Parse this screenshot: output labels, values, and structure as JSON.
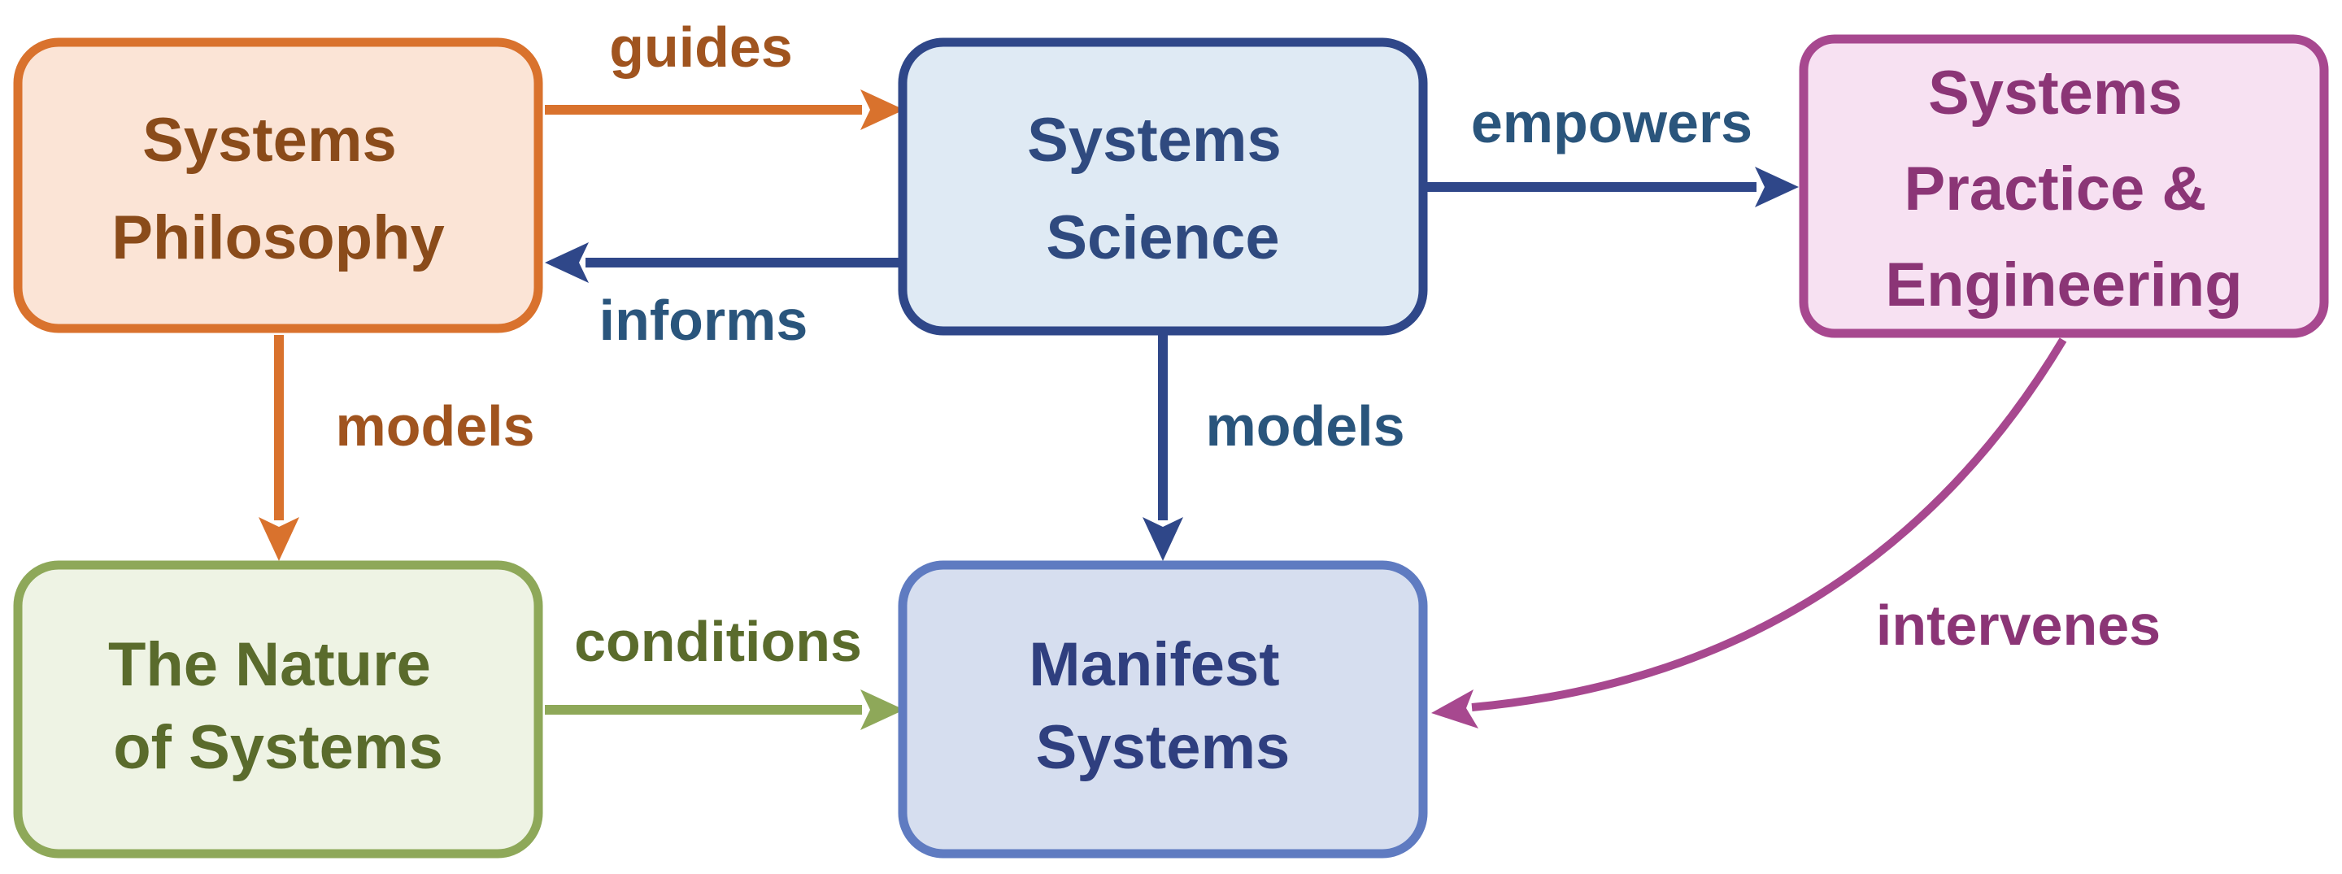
{
  "nodes": {
    "philosophy": {
      "lines": [
        "Systems",
        "Philosophy"
      ],
      "fill": "#fbe4d6",
      "stroke": "#d9722d",
      "text_color": "#8a4b1a"
    },
    "science": {
      "lines": [
        "Systems",
        "Science"
      ],
      "fill": "#dfeaf4",
      "stroke": "#2f4789",
      "text_color": "#2f4a7f"
    },
    "practice": {
      "lines": [
        "Systems",
        "Practice &",
        "Engineering"
      ],
      "fill": "#f7e1f2",
      "stroke": "#a7488f",
      "text_color": "#8b3576"
    },
    "nature": {
      "lines": [
        "The Nature",
        "of Systems"
      ],
      "fill": "#eef3e4",
      "stroke": "#8ea859",
      "text_color": "#5a6b2c"
    },
    "manifest": {
      "lines": [
        "Manifest",
        "Systems"
      ],
      "fill": "#d6deef",
      "stroke": "#5f7bc1",
      "text_color": "#2f3f7f"
    }
  },
  "edges": {
    "guides": {
      "label": "guides",
      "color": "#d9722d",
      "text_color": "#a0541f"
    },
    "informs": {
      "label": "informs",
      "color": "#2f4789",
      "text_color": "#2a557c"
    },
    "empowers": {
      "label": "empowers",
      "color": "#2f4789",
      "text_color": "#2a557c"
    },
    "models_philosophy": {
      "label": "models",
      "color": "#d9722d",
      "text_color": "#a0541f"
    },
    "models_science": {
      "label": "models",
      "color": "#2f4789",
      "text_color": "#2a557c"
    },
    "conditions": {
      "label": "conditions",
      "color": "#8ea859",
      "text_color": "#5a6b2c"
    },
    "intervenes": {
      "label": "intervenes",
      "color": "#a7488f",
      "text_color": "#8b3576"
    }
  }
}
